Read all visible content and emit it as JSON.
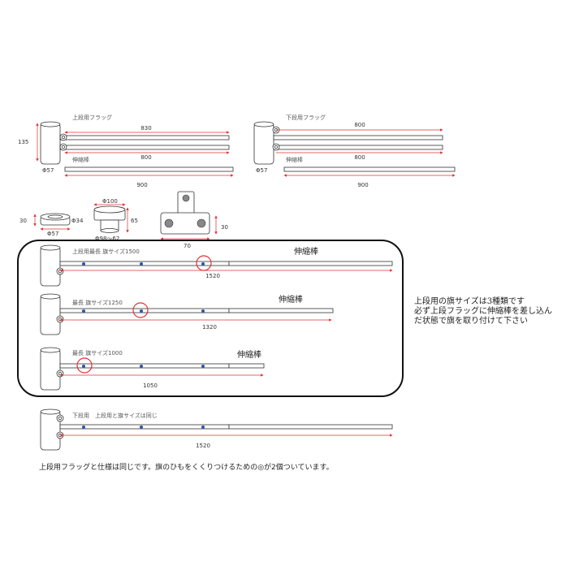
{
  "colors": {
    "dimension": "#e03030",
    "outline": "#333333",
    "pin": "#2a56a8",
    "highlight": "#e03030"
  },
  "upper_flag": {
    "label": "上段用フラッグ",
    "top_length": "830",
    "bottom_length": "800",
    "height": "135",
    "diameter": "Φ57"
  },
  "lower_flag": {
    "label": "下段用フラッグ",
    "top_length": "800",
    "bottom_length": "800",
    "diameter": "Φ57"
  },
  "telescopic_left": {
    "label": "伸縮棒",
    "length": "900"
  },
  "telescopic_right": {
    "label": "伸縮棒",
    "length": "900"
  },
  "ring_part": {
    "height": "30",
    "inner_diameter": "Φ34",
    "outer_diameter": "Φ57"
  },
  "cap_part": {
    "top_diameter": "Φ100",
    "height": "65",
    "bottom_diameter": "Φ98～62"
  },
  "bracket_part": {
    "width": "70",
    "height": "30"
  },
  "configs": [
    {
      "label": "上段用最長 旗サイズ1500",
      "rod_label": "伸縮棒",
      "length": "1520"
    },
    {
      "label": "最長 旗サイズ1250",
      "rod_label": "伸縮棒",
      "length": "1320"
    },
    {
      "label": "最長 旗サイズ1000",
      "rod_label": "伸縮棒",
      "length": "1050"
    }
  ],
  "lower_config": {
    "label": "下段用　上段用と旗サイズは同じ",
    "length": "1520"
  },
  "side_note": [
    "上段用の旗サイズは3種類です",
    "必ず上段フラッグに伸縮棒を差し込ん",
    "だ状態で旗を取り付けて下さい"
  ],
  "footer_note": "上段用フラッグと仕様は同じです。旗のひもをくくりつけるための◎が2個ついています。"
}
